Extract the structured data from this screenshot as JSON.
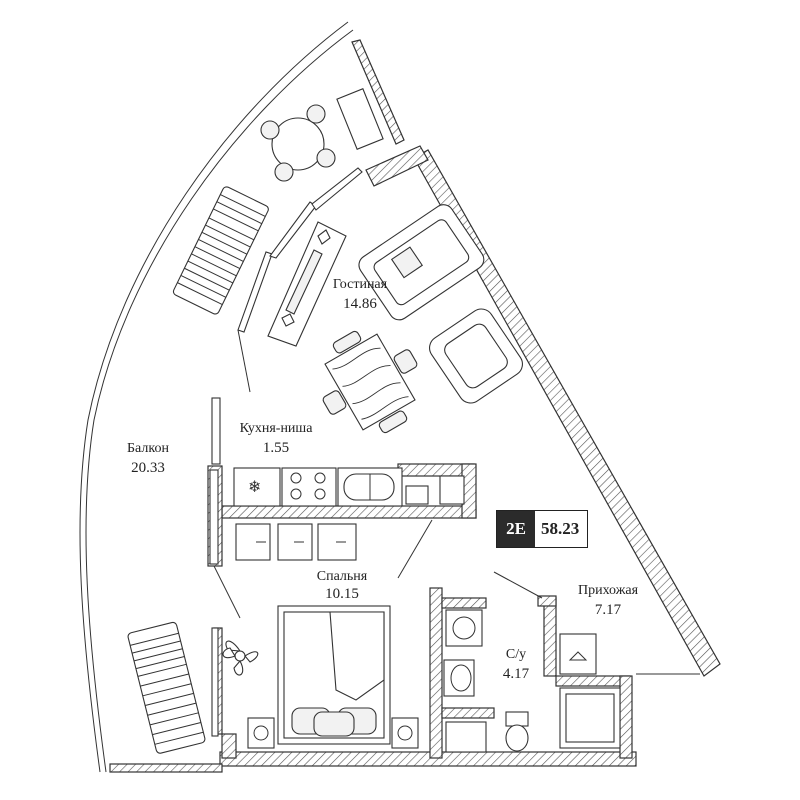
{
  "plan": {
    "apartment_code": "2E",
    "total_area": "58.23",
    "rooms": [
      {
        "name": "Гостиная",
        "area": "14.86"
      },
      {
        "name": "Кухня-ниша",
        "area": "1.55"
      },
      {
        "name": "Балкон",
        "area": "20.33"
      },
      {
        "name": "Спальня",
        "area": "10.15"
      },
      {
        "name": "Прихожая",
        "area": "7.17"
      },
      {
        "name": "С/у",
        "area": "4.17"
      }
    ]
  }
}
